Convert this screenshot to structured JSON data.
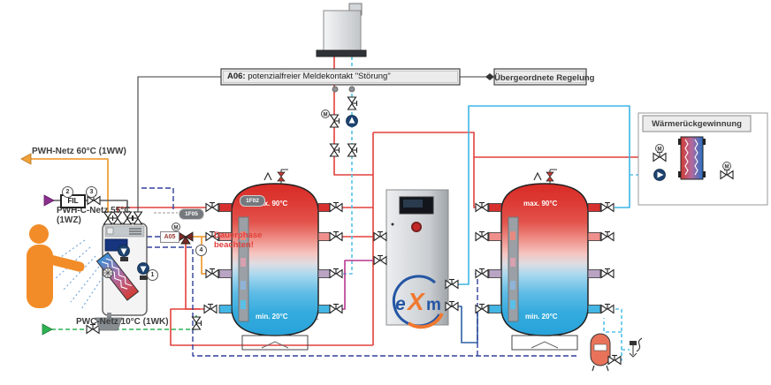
{
  "header": {
    "a06_prefix": "A06:",
    "a06_text": " potenzialfreier Meldekontakt \"Störung\"",
    "regulation": "Übergeordnete Regelung"
  },
  "heat_recovery": {
    "title": "Wärmerückgewinnung"
  },
  "networks": {
    "pwh": "PWH-Netz 60°C (1WW)",
    "pwhc_1": "PWH-C-Netz 55°C",
    "pwhc_2": "(1WZ)",
    "pwc": "PWC-Netz 10°C (1WK)"
  },
  "station": {
    "filter_label": "FIL",
    "controller_tag": "A05",
    "warning_1": "Dauerphase",
    "warning_2": "beachten!",
    "sensor_tag": "1F05"
  },
  "tanks": {
    "left": {
      "tag": "1F02",
      "max": "max. 90°C",
      "min": "min. 20°C"
    },
    "right": {
      "max": "max. 90°C",
      "min": "min. 20°C"
    }
  },
  "markers": {
    "one": "1",
    "two": "2",
    "three": "3",
    "four": "4"
  },
  "logo": {
    "e": "e",
    "x": "X",
    "m": "m"
  },
  "icons": {
    "motor_label": "M"
  },
  "colors": {
    "hot": "#e2403c",
    "cold_supply": "#3db5e6",
    "cold_dashed": "#55c1ea",
    "control_dashed": "#31409b",
    "return_blue": "#2e5fa3",
    "pwc_green": "#2eb353",
    "pwh_orange": "#f0a13c",
    "source_magenta": "#b8368f",
    "person_orange": "#f28c28"
  }
}
